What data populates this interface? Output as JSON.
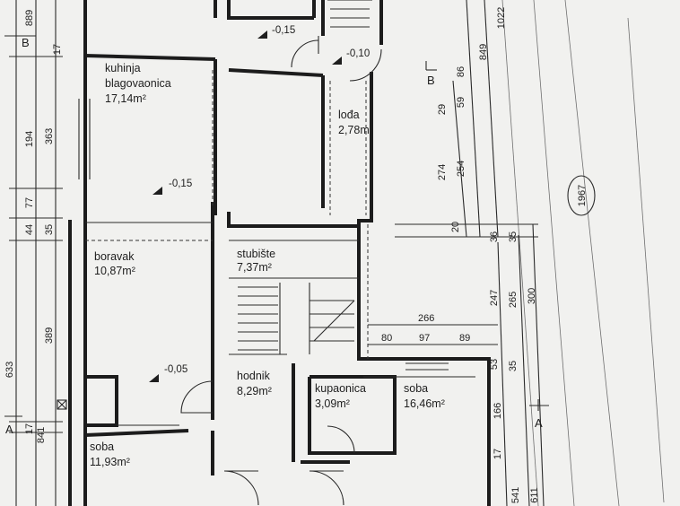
{
  "rooms": {
    "kuhinja_line1": "kuhinja",
    "kuhinja_line2": "blagovaonica",
    "kuhinja_area": "17,14m²",
    "loda_name": "lođa",
    "loda_area": "2,78m²",
    "boravak_name": "boravak",
    "boravak_area": "10,87m²",
    "stubiste_name": "stubište",
    "stubiste_area": "7,37m²",
    "hodnik_name": "hodnik",
    "hodnik_area": "8,29m²",
    "kupaonica_name": "kupaonica",
    "kupaonica_area": "3,09m²",
    "soba_right_name": "soba",
    "soba_right_area": "16,46m²",
    "soba_left_name": "soba",
    "soba_left_area": "11,93m²"
  },
  "levels": {
    "top_mid": "-0,15",
    "top_stair": "-0,10",
    "kuhinja": "-0,15",
    "boravak": "-0,05"
  },
  "sections": {
    "b_left": "B",
    "b_right": "B",
    "a_left": "A",
    "a_right": "A"
  },
  "dims": {
    "l_889": "889",
    "l_17_top": "17",
    "l_194": "194",
    "l_363": "363",
    "l_77": "77",
    "l_44": "44",
    "l_35": "35",
    "l_389": "389",
    "l_633": "633",
    "l_17_bot": "17",
    "l_841": "841",
    "r_1022": "1022",
    "r_849": "849",
    "r_86": "86",
    "r_29": "29",
    "r_59": "59",
    "r_274": "274",
    "r_254": "254",
    "r_20": "20",
    "r_1967": "1967",
    "r_36": "36",
    "r_35a": "35",
    "r_247": "247",
    "r_265": "265",
    "r_300": "300",
    "r_53": "53",
    "r_35b": "35",
    "r_166": "166",
    "r_17": "17",
    "r_541": "541",
    "r_611": "611",
    "h_266": "266",
    "h_80": "80",
    "h_97": "97",
    "h_89": "89"
  }
}
